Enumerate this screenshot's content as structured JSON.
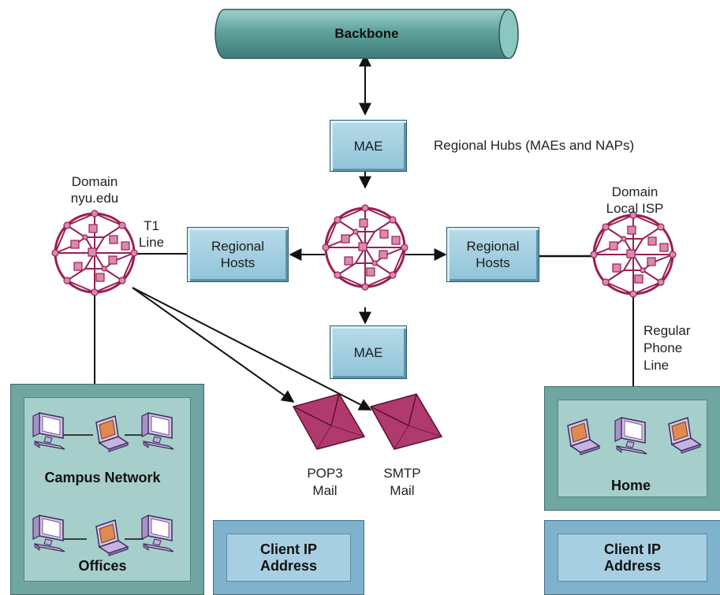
{
  "backbone": "Backbone",
  "hubs_label": "Regional Hubs (MAEs and NAPs)",
  "mae_top": "MAE",
  "mae_bottom": "MAE",
  "regional_hosts_left": "Regional\nHosts",
  "regional_hosts_right": "Regional\nHosts",
  "domain_left": "Domain\nnyu.edu",
  "domain_right": "Domain\nLocal ISP",
  "t1_line": "T1\nLine",
  "phone_line": "Regular\nPhone\nLine",
  "campus_network": "Campus Network",
  "offices": "Offices",
  "home": "Home",
  "pop3": "POP3\nMail",
  "smtp": "SMTP\nMail",
  "client_ip_1": "Client IP\nAddress",
  "client_ip_2": "Client IP\nAddress",
  "colors": {
    "accent_maroon": "#9a1f52",
    "node_pink": "#d88ab0",
    "box_blue": "#9ccbe0",
    "panel_teal": "#8fc0bb"
  },
  "icons": [
    "network-node-icon",
    "desktop-computer-icon",
    "laptop-icon",
    "envelope-icon"
  ]
}
